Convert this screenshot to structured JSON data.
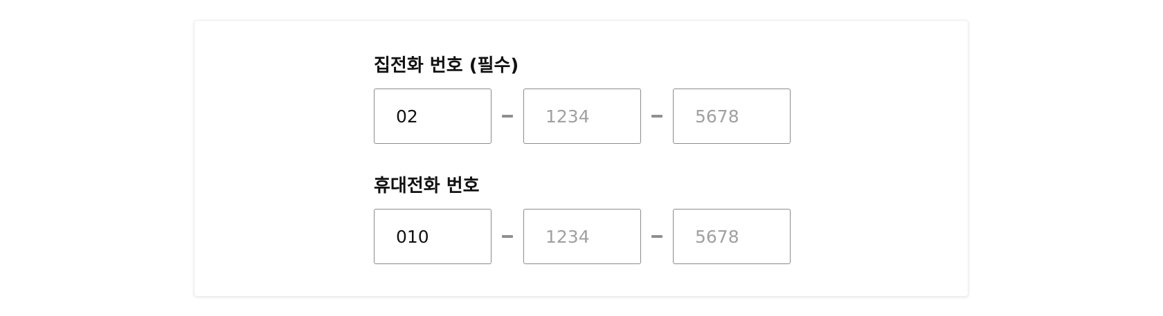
{
  "home_phone": {
    "label": "집전화 번호 (필수)",
    "area_code": {
      "value": "02",
      "placeholder": ""
    },
    "middle": {
      "value": "",
      "placeholder": "1234"
    },
    "last": {
      "value": "",
      "placeholder": "5678"
    },
    "separator": "-"
  },
  "mobile_phone": {
    "label": "휴대전화 번호",
    "prefix": {
      "value": "010",
      "placeholder": ""
    },
    "middle": {
      "value": "",
      "placeholder": "1234"
    },
    "last": {
      "value": "",
      "placeholder": "5678"
    },
    "separator": "-"
  },
  "colors": {
    "input_border": "#8a8a8a",
    "placeholder_text": "#a0a0a0",
    "value_text": "#111111",
    "dash": "#8f8f8f"
  }
}
